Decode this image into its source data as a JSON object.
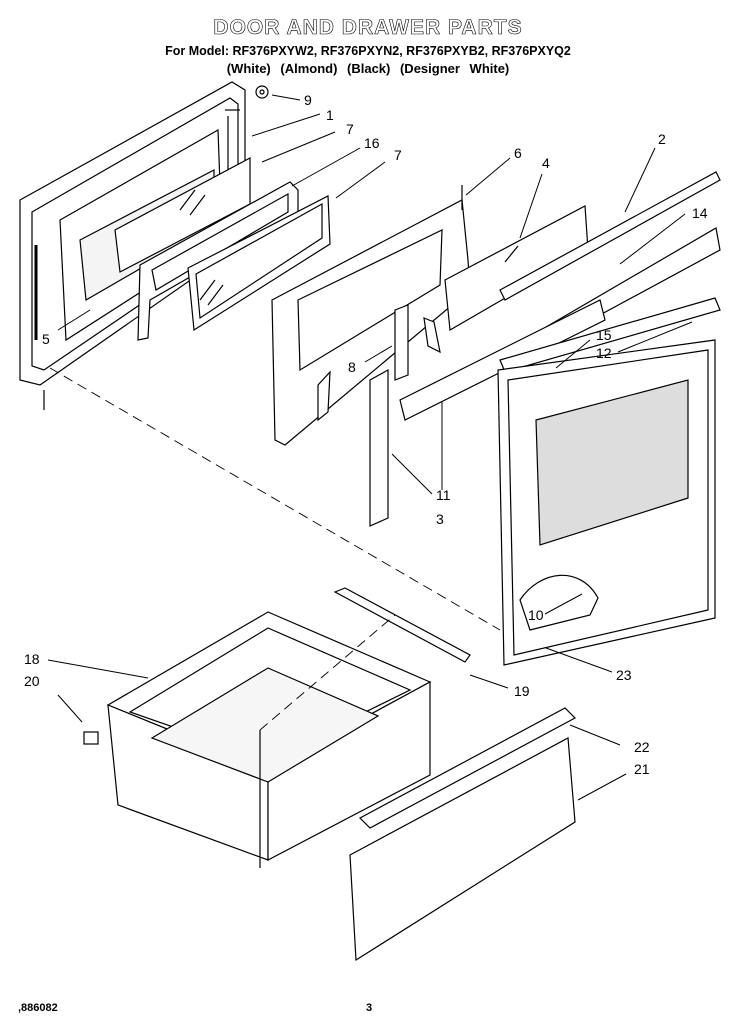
{
  "header": {
    "title": "DOOR AND DRAWER PARTS",
    "models": "For Model: RF376PXYW2, RF376PXYN2, RF376PXYB2, RF376PXYQ2",
    "colors": "(White)   (Almond)   (Black)  (Designer White)"
  },
  "callouts": [
    "1",
    "2",
    "3",
    "4",
    "5",
    "6",
    "7",
    "7",
    "8",
    "9",
    "10",
    "11",
    "12",
    "14",
    "15",
    "16",
    "18",
    "19",
    "20",
    "21",
    "22",
    "23"
  ],
  "footer": {
    "doc_number": ",886082",
    "page_number": "3"
  }
}
